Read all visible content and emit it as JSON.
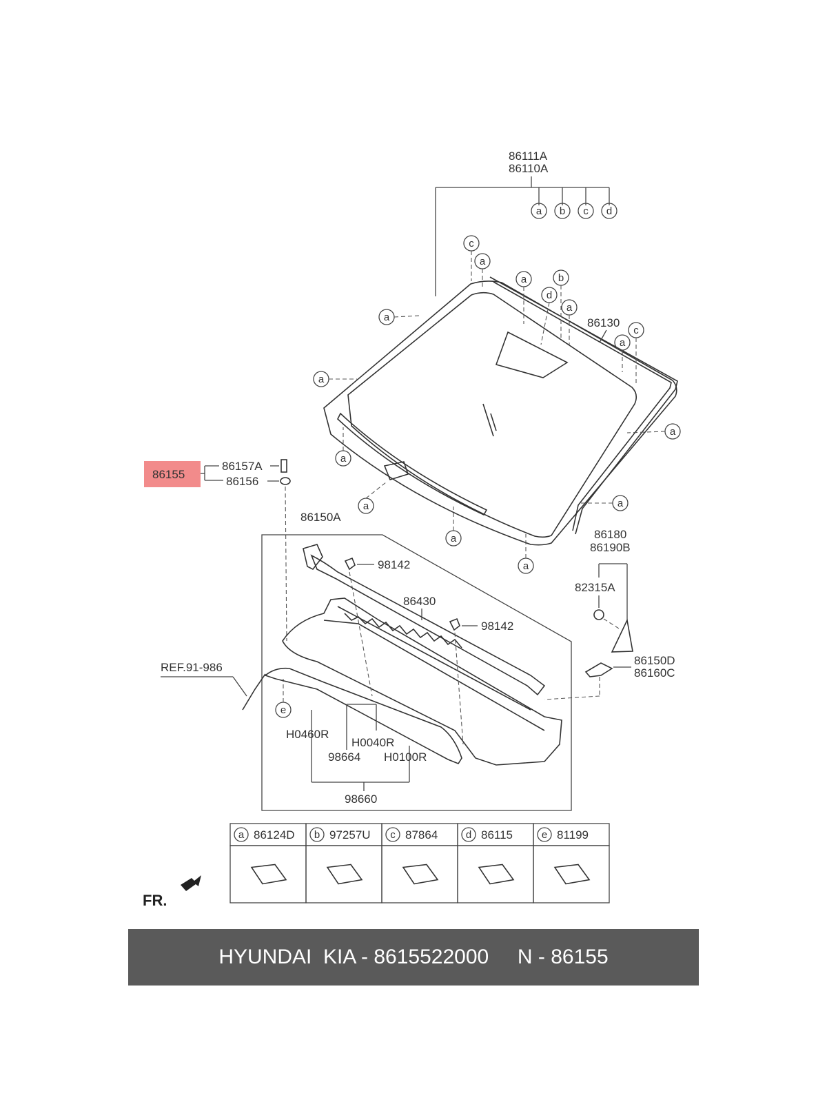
{
  "callouts": {
    "windshield": [
      "86111A",
      "86110A"
    ],
    "molding": "86130",
    "highlighted_part": "86155",
    "bolt": "86157A",
    "grommet": "86156",
    "cowl_assy": "86150A",
    "clip_98142": "98142",
    "seal": "86430",
    "ref": "REF.91-986",
    "h0460r": "H0460R",
    "h0040r": "H0040R",
    "n98664": "98664",
    "h0100r": "H0100R",
    "n98660": "98660",
    "cover": [
      "86180",
      "86190B"
    ],
    "nut": "82315A",
    "bracket": [
      "86150D",
      "86160C"
    ],
    "front": "FR."
  },
  "circle_letters": {
    "a": "a",
    "b": "b",
    "c": "c",
    "d": "d",
    "e": "e"
  },
  "legend": [
    {
      "letter": "a",
      "part": "86124D"
    },
    {
      "letter": "b",
      "part": "97257U"
    },
    {
      "letter": "c",
      "part": "87864"
    },
    {
      "letter": "d",
      "part": "86115"
    },
    {
      "letter": "e",
      "part": "81199"
    }
  ],
  "footer": {
    "brand": "HYUNDAI  KIA - 8615522000",
    "part": "N - 86155"
  },
  "colors": {
    "highlight": "#f28b8b",
    "footer_bg": "#5a5a5a",
    "line": "#333333"
  }
}
